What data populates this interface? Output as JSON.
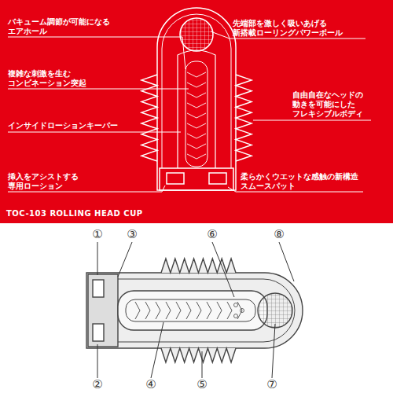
{
  "diagram": {
    "labels": [
      "バキューム調節が可能になる エアホール",
      "複雑な刺激を生む コンビネーション突起",
      "インサイドローションキーパー",
      "挿入をアシストする 専用ローション",
      "先端部を激しく吸いあげる 新搭載ローリングパワーボール",
      "自由自在なヘッドの 動きを可能にした フレキシブルボディ",
      "柔らかくウエットな感触の新構造 スムースパット",
      "TOC-103 ROLLING HEAD CUP",
      "①",
      "②",
      "③",
      "④",
      "⑤",
      "⑥",
      "⑦",
      "⑧"
    ]
  }
}
